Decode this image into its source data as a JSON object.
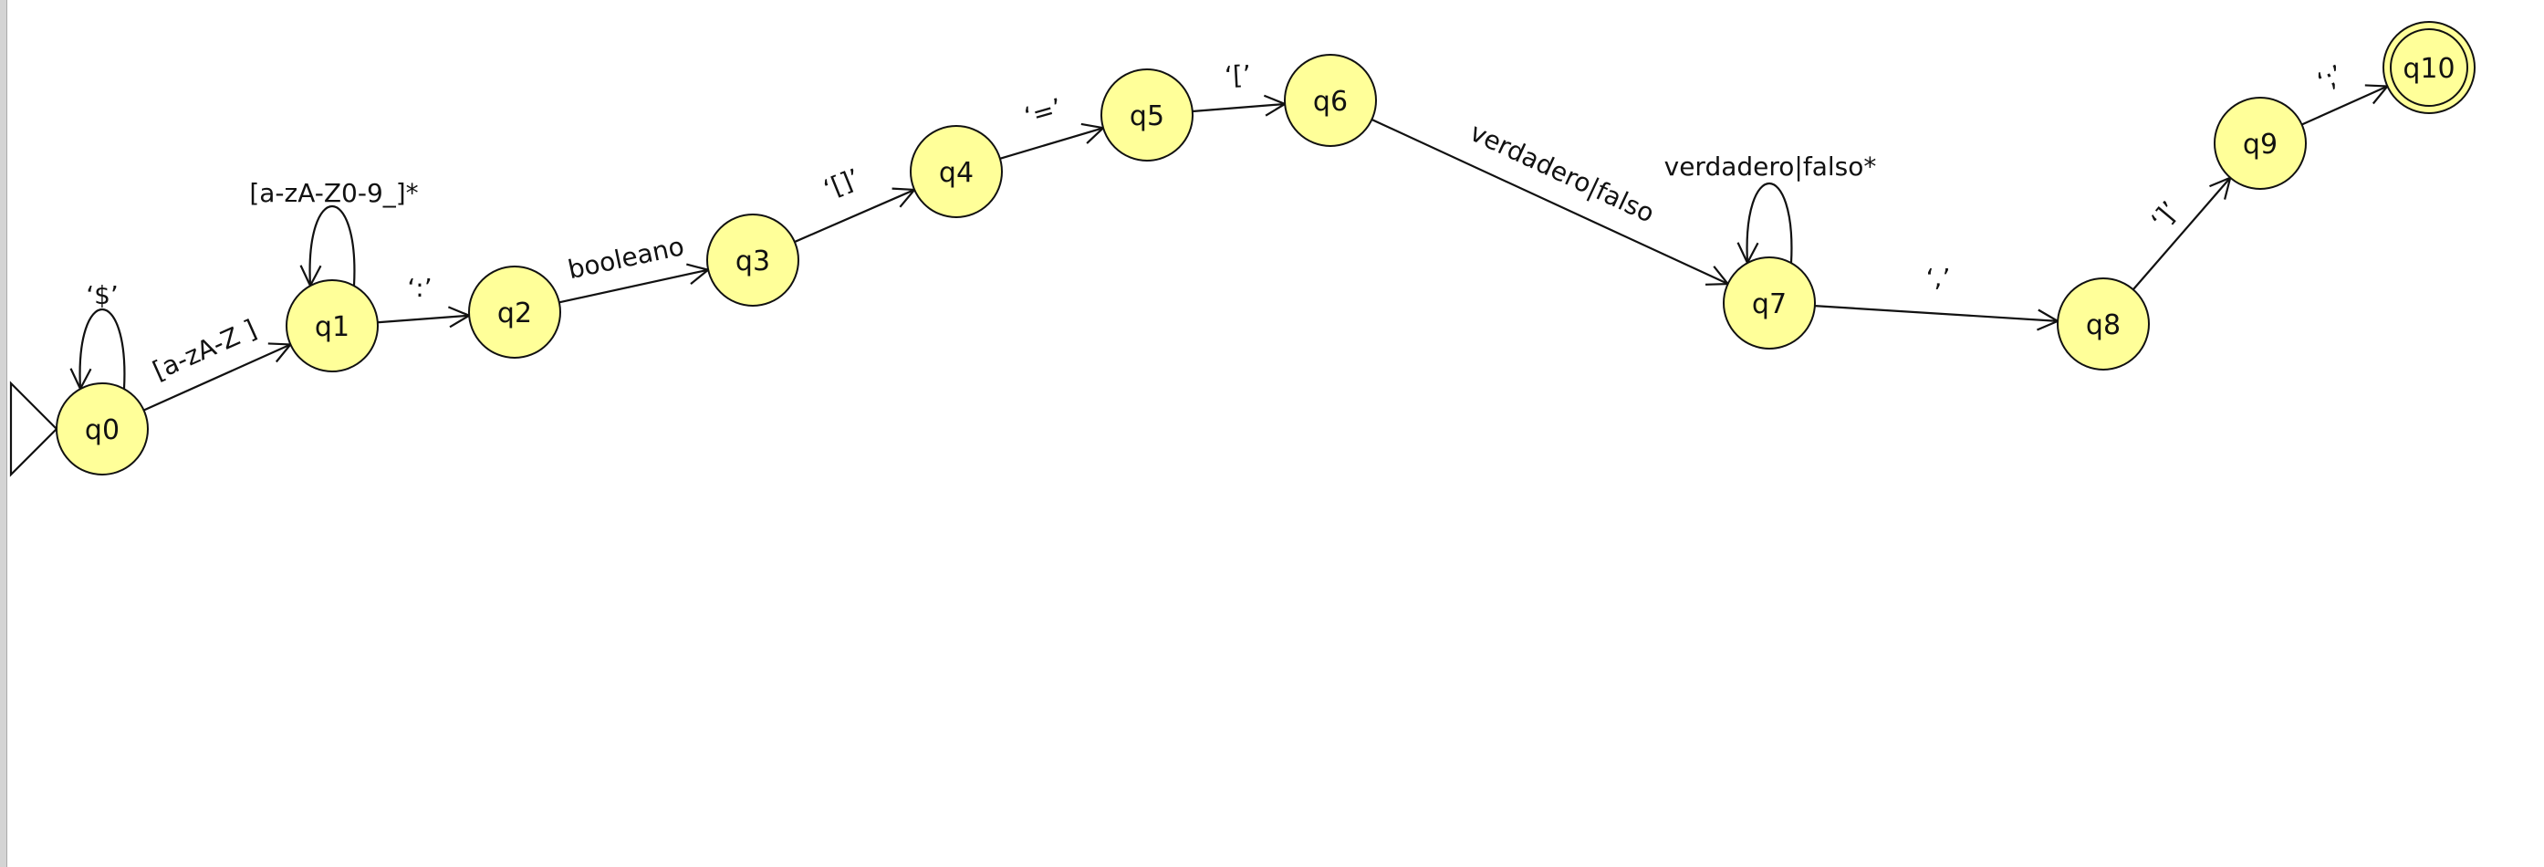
{
  "colors": {
    "state_fill": "#ffff99",
    "state_stroke": "#111111",
    "edge": "#111111"
  },
  "automaton": {
    "states": [
      "q0",
      "q1",
      "q2",
      "q3",
      "q4",
      "q5",
      "q6",
      "q7",
      "q8",
      "q9",
      "q10"
    ],
    "initial": "q0",
    "final": [
      "q10"
    ],
    "transitions": [
      {
        "from": "q0",
        "to": "q0",
        "label": "‘$’"
      },
      {
        "from": "q0",
        "to": "q1",
        "label": "[a-zA-Z ]"
      },
      {
        "from": "q1",
        "to": "q1",
        "label": "[a-zA-Z0-9_]*"
      },
      {
        "from": "q1",
        "to": "q2",
        "label": "‘:’"
      },
      {
        "from": "q2",
        "to": "q3",
        "label": "booleano"
      },
      {
        "from": "q3",
        "to": "q4",
        "label": "‘[]’"
      },
      {
        "from": "q4",
        "to": "q5",
        "label": "‘=’"
      },
      {
        "from": "q5",
        "to": "q6",
        "label": "‘[’"
      },
      {
        "from": "q6",
        "to": "q7",
        "label": "verdadero|falso"
      },
      {
        "from": "q7",
        "to": "q7",
        "label": "verdadero|falso*"
      },
      {
        "from": "q7",
        "to": "q8",
        "label": "‘,’"
      },
      {
        "from": "q8",
        "to": "q9",
        "label": "‘]’"
      },
      {
        "from": "q9",
        "to": "q10",
        "label": "‘;’"
      }
    ]
  }
}
